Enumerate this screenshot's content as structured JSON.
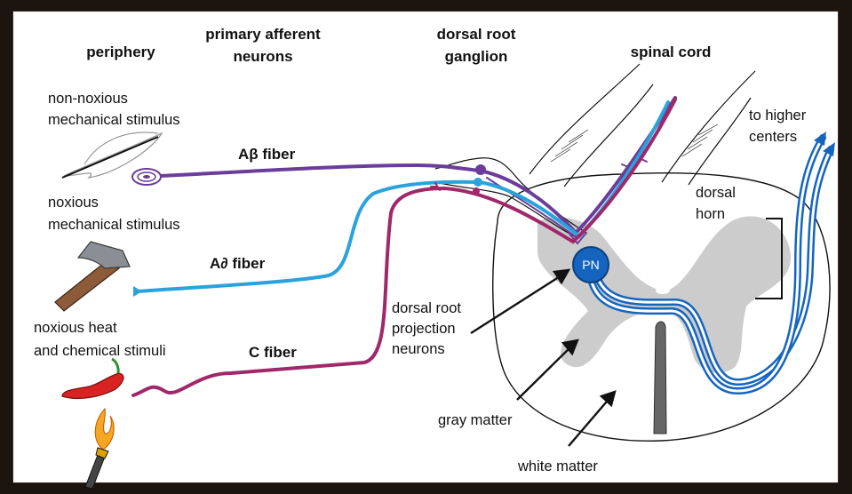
{
  "headers": {
    "periphery": "periphery",
    "primary_afferent_1": "primary afferent",
    "primary_afferent_2": "neurons",
    "drg_1": "dorsal root",
    "drg_2": "ganglion",
    "spinal_cord": "spinal cord"
  },
  "stimuli": {
    "non_noxious_1": "non-noxious",
    "non_noxious_2": "mechanical stimulus",
    "noxious_mech_1": "noxious",
    "noxious_mech_2": "mechanical stimulus",
    "heat_chem_1": "noxious heat",
    "heat_chem_2": "and chemical stimuli"
  },
  "fibers": {
    "abeta": "Aβ fiber",
    "adelta": "A∂ fiber",
    "c": "C fiber"
  },
  "labels": {
    "higher_1": "to higher",
    "higher_2": "centers",
    "dorsal_horn_1": "dorsal",
    "dorsal_horn_2": "horn",
    "projection_1": "dorsal root",
    "projection_2": "projection",
    "projection_3": "neurons",
    "gray_matter": "gray matter",
    "white_matter": "white matter",
    "pn": "PN"
  },
  "colors": {
    "abeta": "#6a3d9a",
    "adelta": "#2aa3dc",
    "c_fiber": "#a0286a",
    "projection": "#1565c0",
    "gray_matter": "#cccccc",
    "background": "#1b140f"
  },
  "icons": [
    "feather-icon",
    "hammer-icon",
    "chili-pepper-icon",
    "flame-torch-icon"
  ]
}
